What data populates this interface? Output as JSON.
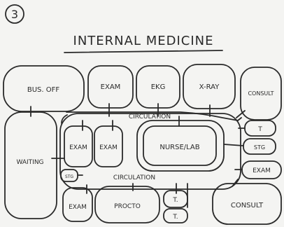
{
  "figure_number": "3",
  "title": "INTERNAL MEDICINE",
  "rooms": {
    "bus_off": "BUS. OFF",
    "exam_top": "EXAM",
    "ekg": "EKG",
    "xray": "X-RAY",
    "consult_top": "CONSULT",
    "waiting": "WAITING",
    "exam_mid_1": "EXAM",
    "exam_mid_2": "EXAM",
    "nurse_lab": "NURSE/LAB",
    "t_right": "T",
    "stg_right": "STG",
    "exam_right": "EXAM",
    "stg_small": "STG",
    "exam_bottom": "EXAM",
    "procto": "PROCTO",
    "t_bottom_1": "T.",
    "t_bottom_2": "T.",
    "consult_bottom": "CONSULT"
  },
  "circulation": {
    "upper": "CIRCULATION",
    "lower": "CIRCULATION"
  },
  "colors": {
    "ink": "#2a2a2a",
    "paper": "#f4f4f2"
  }
}
